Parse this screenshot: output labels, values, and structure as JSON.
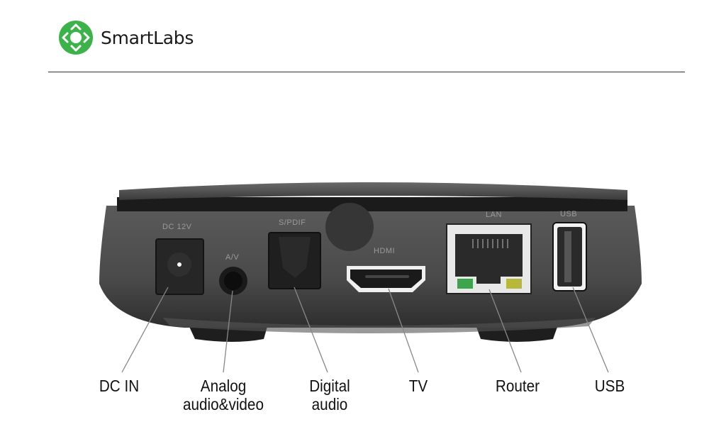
{
  "header": {
    "brand_name": "SmartLabs",
    "brand_color": "#3cb34a"
  },
  "device": {
    "port_markings": {
      "dc": "DC 12V",
      "av": "A/V",
      "spdif": "S/PDIF",
      "hdmi": "HDMI",
      "lan": "LAN",
      "usb": "USB"
    }
  },
  "callouts": [
    {
      "id": "dc-in",
      "line1": "DC IN",
      "line2": ""
    },
    {
      "id": "analog",
      "line1": "Analog",
      "line2": "audio&video"
    },
    {
      "id": "digital",
      "line1": "Digital",
      "line2": "audio"
    },
    {
      "id": "tv",
      "line1": "TV",
      "line2": ""
    },
    {
      "id": "router",
      "line1": "Router",
      "line2": ""
    },
    {
      "id": "usb",
      "line1": "USB",
      "line2": ""
    }
  ]
}
